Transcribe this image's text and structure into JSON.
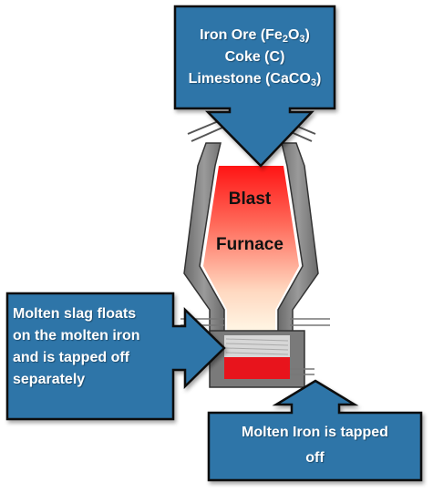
{
  "top_box": {
    "line1_a": "Iron Ore (Fe",
    "line1_sub1": "2",
    "line1_b": "O",
    "line1_sub2": "3",
    "line1_c": ")",
    "line2": "Coke (C)",
    "line3_a": "Limestone (CaCO",
    "line3_sub": "3",
    "line3_b": ")"
  },
  "furnace": {
    "label_line1": "Blast",
    "label_line2": "Furnace"
  },
  "slag_box": {
    "line1": "Molten slag floats",
    "line2": "on the molten iron",
    "line3": "and is tapped off",
    "line4": "separately"
  },
  "iron_box": {
    "line1": "Molten Iron is tapped",
    "line2": "off"
  },
  "colors": {
    "callout_fill": "#2e75a8",
    "callout_border": "#0d0d0d",
    "furnace_wall": "#7f7f7f",
    "furnace_hot": "#ff1a1a",
    "furnace_cool": "#fff5e0",
    "molten_iron": "#e8141c"
  }
}
